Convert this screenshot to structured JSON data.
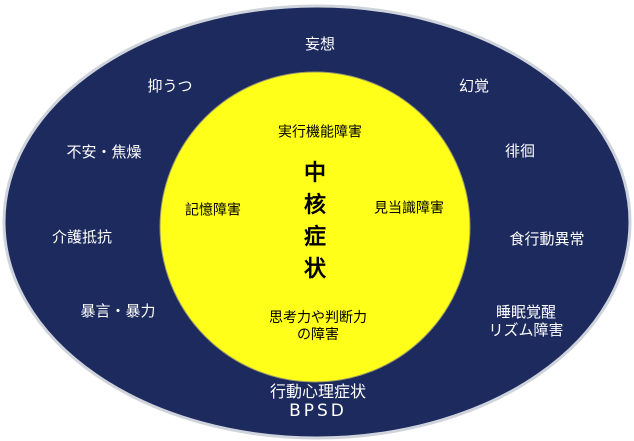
{
  "core_label": [
    "中",
    "核",
    "症",
    "状"
  ],
  "inner_items": {
    "top": "実行機能障害",
    "left": "記憶障害",
    "right": "見当識障害",
    "bottom_line1": "思考力や判断力",
    "bottom_line2": "の障害"
  },
  "outer_items": {
    "top": "妄想",
    "upper_left": "抑うつ",
    "upper_right": "幻覚",
    "left_1": "不安・焦燥",
    "right_1": "徘徊",
    "left_2": "介護抵抗",
    "right_2": "食行動異常",
    "left_3": "暴言・暴力",
    "right_3_line1": "睡眠覚醒",
    "right_3_line2": "リズム障害"
  },
  "footer": {
    "line1": "行動心理症状",
    "line2": "BPSD"
  },
  "colors": {
    "outer_fill": "#1c2a5e",
    "inner_fill": "#ffff1a",
    "outer_text": "#ffffff",
    "inner_text": "#000000"
  }
}
